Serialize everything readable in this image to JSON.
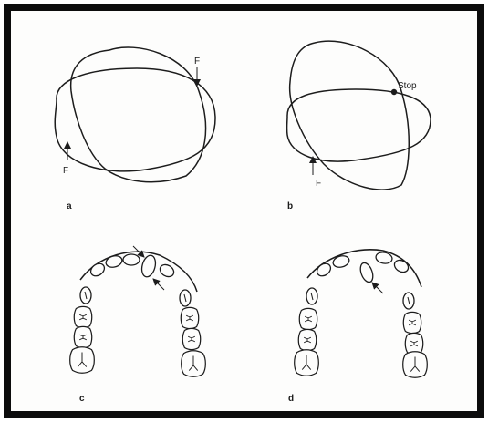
{
  "panels": {
    "a": {
      "label": "a",
      "force_labels": [
        "F",
        "F"
      ]
    },
    "b": {
      "label": "b",
      "force_label": "F",
      "stop_label": "Stop"
    },
    "c": {
      "label": "c"
    },
    "d": {
      "label": "d"
    }
  },
  "colors": {
    "ink": "#1c1c1c",
    "frame": "#0c0c0c",
    "paper": "#fdfdfc"
  }
}
